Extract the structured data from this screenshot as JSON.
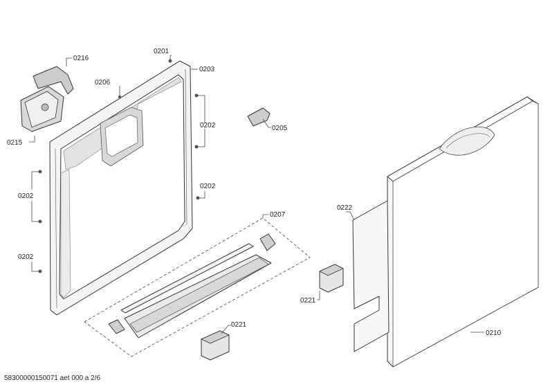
{
  "footer": {
    "doc_id": "58300000150071 aet 000 a 2/6"
  },
  "parts": {
    "p0201": "0201",
    "p0202_a": "0202",
    "p0202_b": "0202",
    "p0202_c": "0202",
    "p0202_d": "0202",
    "p0203": "0203",
    "p0205": "0205",
    "p0206": "0206",
    "p0207": "0207",
    "p0210": "0210",
    "p0215": "0215",
    "p0216": "0216",
    "p0221_a": "0221",
    "p0221_b": "0221",
    "p0222": "0222"
  }
}
